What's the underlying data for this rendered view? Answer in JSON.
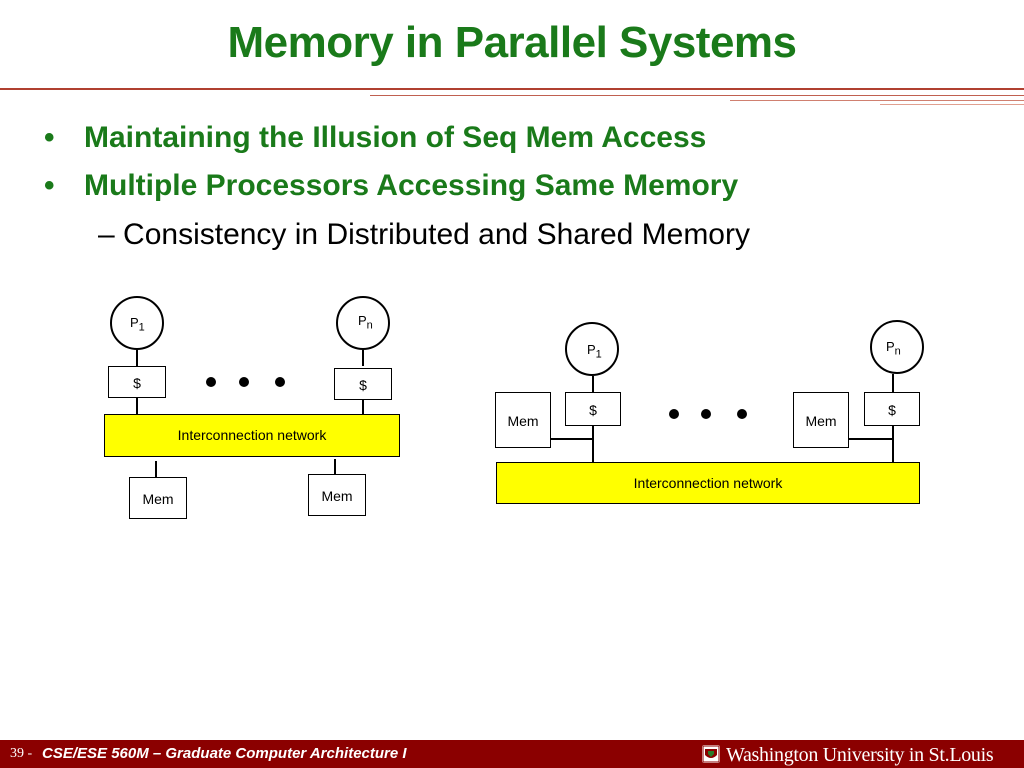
{
  "slide": {
    "title": "Memory in Parallel Systems",
    "bullets": [
      "Maintaining the Illusion of Seq Mem Access",
      "Multiple Processors Accessing Same Memory"
    ],
    "sub_bullet": "Consistency in Distributed and Shared Memory",
    "bullet_marker": "•",
    "sub_marker": "–"
  },
  "diagram_left": {
    "p1": "P",
    "p1_sub": "1",
    "pn": "P",
    "pn_sub": "n",
    "cache": "$",
    "network": "Interconnection network",
    "mem": "Mem"
  },
  "diagram_right": {
    "p1": "P",
    "p1_sub": "1",
    "pn": "P",
    "pn_sub": "n",
    "cache": "$",
    "network": "Interconnection network",
    "mem": "Mem"
  },
  "footer": {
    "page": "39 -",
    "course": "CSE/ESE 560M – Graduate Computer Architecture I",
    "university": "Washington University in St.Louis"
  },
  "colors": {
    "title_green": "#1a7a1a",
    "footer_red": "#8b0000",
    "network_yellow": "#ffff00"
  }
}
